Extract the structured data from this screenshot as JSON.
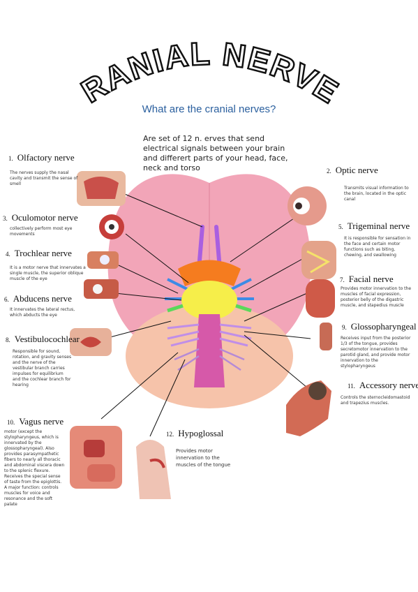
{
  "title": "CRANIAL NERVES",
  "subtitle": "What are the cranial nerves?",
  "intro": "Are set of 12 n. erves that send electrical signals between your brain and differert parts of your head, face, neck and torso",
  "nerves": [
    {
      "num": "1.",
      "name": "Olfactory nerve",
      "desc": "The nerves supply the nasal cavity and transmit the sense of smell"
    },
    {
      "num": "2.",
      "name": "Optic nerve",
      "desc": "Transmits visual information to the brain, located in the optic canal"
    },
    {
      "num": "3.",
      "name": "Oculomotor nerve",
      "desc": "collectively perform most eye movements"
    },
    {
      "num": "4.",
      "name": "Trochlear nerve",
      "desc": "It is a motor nerve that innervates a single muscle, the superior oblique muscle of the eye"
    },
    {
      "num": "5.",
      "name": "Trigeminal nerve",
      "desc": "It is responsible for sensation in the face and certain motor functions such as biting, chewing, and swallowing"
    },
    {
      "num": "6.",
      "name": "Abducens nerve",
      "desc": "It innervates the lateral rectus, which abducts the eye"
    },
    {
      "num": "7.",
      "name": "Facial nerve",
      "desc": "Provides motor innervation to the muscles of facial expression, posterior belly of the digastric muscle, and stapedius muscle"
    },
    {
      "num": "8.",
      "name": "Vestibulocochlear",
      "desc": "Responsible for sound, rotation, and gravity senses and the nerve of the vestibular branch carries impulses for equilibrium and the cochlear branch for hearing"
    },
    {
      "num": "9.",
      "name": "Glossopharyngeal",
      "desc": "Receives input from the posterior 1/3 of the tongue, provides secretomotor innervation to the parotid gland, and provide motor innervation to the stylopharyngeus"
    },
    {
      "num": "10.",
      "name": "Vagus nerve",
      "desc": "motor (except the stylopharyngeus, which is innervated by the glossopharyngeal). Also provides parasympathetic fibers to nearly all thoracic and abdominal viscera down to the splenic flexure. Receives the special sense of taste from the epiglottis. A major function: controls muscles for voice and resonance and the soft palate"
    },
    {
      "num": "11.",
      "name": "Accessory nerve",
      "desc": "Controls the sternocleidomastoid and trapezius muscles."
    },
    {
      "num": "12.",
      "name": "Hypoglossal",
      "desc": "Provides motor innervation to the muscles of the tongue"
    }
  ],
  "colors": {
    "brain": "#f2a5b8",
    "cerebellum": "#f6c3aa",
    "brainstem": "#d659a9",
    "chiasm": "#f57c1f",
    "pons": "#f6ee4a",
    "eye_nerve": "#3d8be6",
    "olfactory": "#a95fe0",
    "subtitle": "#2a5f9e"
  }
}
